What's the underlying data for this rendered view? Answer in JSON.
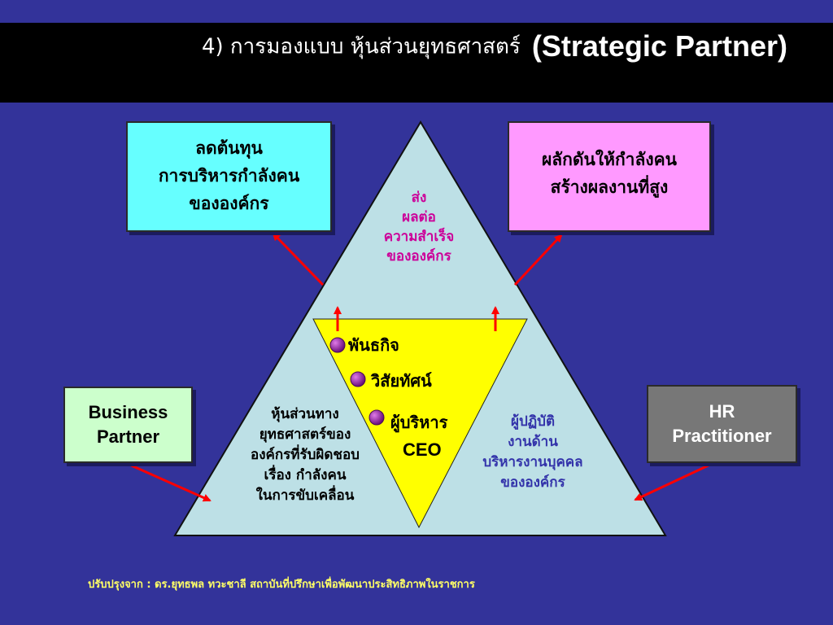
{
  "title": {
    "thai": "4) การมองแบบ   หุ้นส่วนยุทธศาสตร์",
    "english": "(Strategic Partner)"
  },
  "boxes": {
    "cost": {
      "lines": [
        "ลดต้นทุน",
        "การบริหารกำลังคน",
        "ขององค์กร"
      ]
    },
    "push": {
      "lines": [
        "ผลักดันให้กำลังคน",
        "สร้างผลงานที่สูง"
      ]
    },
    "business_partner": {
      "lines": [
        "Business",
        "Partner"
      ]
    },
    "hr_practitioner": {
      "lines": [
        "HR",
        "Practitioner"
      ]
    }
  },
  "triangle": {
    "apex_lines": [
      "ส่ง",
      "ผลต่อ",
      "ความสำเร็จ",
      "ขององค์กร"
    ],
    "left_lines": [
      "หุ้นส่วนทาง",
      "ยุทธศาสตร์ของ",
      "องค์กรที่รับผิดชอบ",
      "เรื่อง   กำลังคน",
      "ในการขับเคลื่อน"
    ],
    "right_lines": [
      "ผู้ปฏิบัติ",
      "งานด้าน",
      "บริหารงานบุคคล",
      "ขององค์กร"
    ],
    "inner_items": [
      "พันธกิจ",
      "วิสัยทัศน์",
      "ผู้บริหาร"
    ],
    "ceo": "CEO"
  },
  "footer": "ปรับปรุงจาก : ดร.ยุทธพล  ทวะชาลี สถาบันที่ปรึกษาเพื่อพัฒนาประสิทธิภาพในราชการ",
  "colors": {
    "background": "#33339a",
    "outer_triangle": "#bde0e6",
    "inner_triangle": "#ffff00",
    "arrow": "#ff0000",
    "bullet": "#8b1f9b"
  }
}
